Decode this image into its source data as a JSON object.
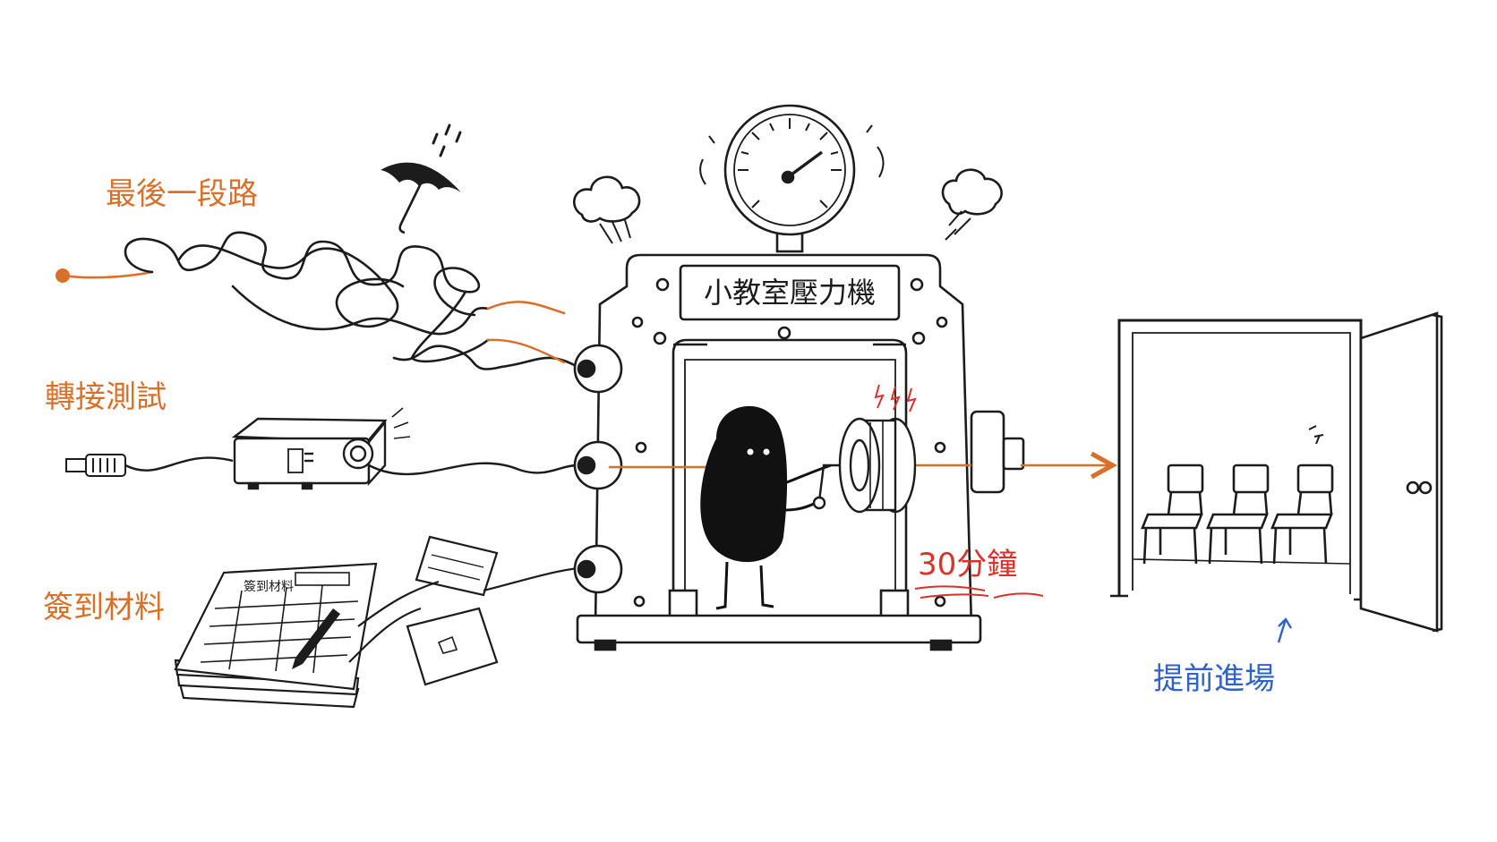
{
  "labels": {
    "last_mile": "最後一段路",
    "adapter_test": "轉接測試",
    "signin_materials": "簽到材料",
    "machine_title": "小教室壓力機",
    "minutes": "30分鐘",
    "early_entry": "提前進場",
    "sheet_title": "簽到材料"
  },
  "colors": {
    "orange": "#d9702a",
    "red": "#d9322b",
    "blue": "#2f63c9",
    "ink": "#1c1c1c"
  },
  "icons": [
    "umbrella-icon",
    "projector-icon",
    "usb-plug-icon",
    "pressure-gauge-icon",
    "steam-cloud-icon",
    "handwheel-icon",
    "chair-icon",
    "door-icon",
    "pen-icon"
  ]
}
